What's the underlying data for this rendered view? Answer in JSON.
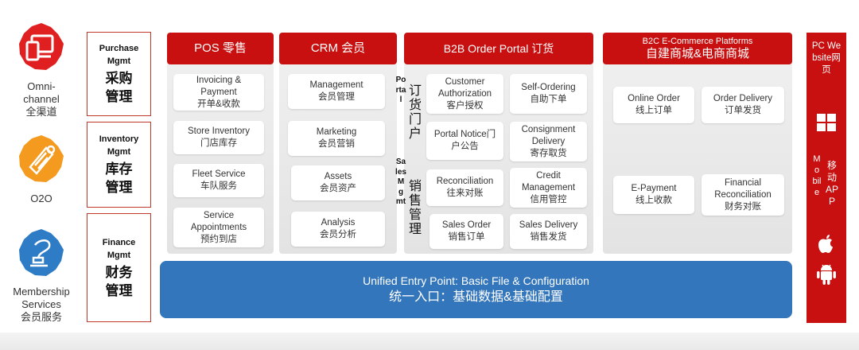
{
  "channels": [
    {
      "icon": "devices-icon",
      "label_en": "Omni-channel",
      "label_en_1": "Omni-",
      "label_en_2": "channel",
      "label_zh": "全渠道"
    },
    {
      "icon": "scroll-icon",
      "label_en": "O2O"
    },
    {
      "icon": "ink-pen-icon",
      "label_en_1": "Membership",
      "label_en_2": "Services",
      "label_zh": "会员服务"
    }
  ],
  "mgmt": [
    {
      "en_1": "Purchase",
      "en_2": "Mgmt",
      "zh_1": "采购",
      "zh_2": "管理"
    },
    {
      "en_1": "Inventory",
      "en_2": "Mgmt",
      "zh_1": "库存",
      "zh_2": "管理"
    },
    {
      "en_1": "Finance",
      "en_2": "Mgmt",
      "zh_1": "财务",
      "zh_2": "管理"
    }
  ],
  "pos": {
    "title": "POS 零售",
    "items": [
      {
        "en_1": "Invoicing &",
        "en_2": "Payment",
        "zh": "开单&收款"
      },
      {
        "en_1": "Store Inventory",
        "zh": "门店库存"
      },
      {
        "en_1": "Fleet Service",
        "zh": "车队服务"
      },
      {
        "en_1": "Service",
        "en_2": "Appointments",
        "zh": "预约到店"
      }
    ]
  },
  "crm": {
    "title": "CRM 会员",
    "items": [
      {
        "en_1": "Management",
        "zh": "会员管理"
      },
      {
        "en_1": "Marketing",
        "zh": "会员营销"
      },
      {
        "en_1": "Assets",
        "zh": "会员资产"
      },
      {
        "en_1": "Analysis",
        "zh": "会员分析"
      }
    ]
  },
  "b2b": {
    "title": "B2B Order Portal 订货",
    "portal_en": "Portal",
    "portal_zh": "订货门户",
    "sales_en": "Sales Mgmt",
    "sales_zh": "销售管理",
    "items": [
      {
        "en_1": "Customer",
        "en_2": "Authorization",
        "zh": "客户授权"
      },
      {
        "en_1": "Self-Ordering",
        "zh": "自助下单"
      },
      {
        "en_1": "Portal Notice门",
        "zh": "户公告"
      },
      {
        "en_1": "Consignment",
        "en_2": "Delivery",
        "zh": "寄存取货"
      },
      {
        "en_1": "Reconciliation",
        "zh": "往来对账"
      },
      {
        "en_1": "Credit",
        "en_2": "Management",
        "zh": "信用管控"
      },
      {
        "en_1": "Sales Order",
        "zh": "销售订单"
      },
      {
        "en_1": "Sales Delivery",
        "zh": "销售发货"
      }
    ]
  },
  "b2c": {
    "title_en": "B2C E-Commerce Platforms",
    "title_zh": "自建商城&电商商城",
    "items": [
      {
        "en_1": "Online Order",
        "zh": "线上订单"
      },
      {
        "en_1": "Order Delivery",
        "zh": "订单发货"
      },
      {
        "en_1": "E-Payment",
        "zh": "线上收款"
      },
      {
        "en_1": "Financial",
        "en_2": "Reconciliation",
        "zh": "财务对账"
      }
    ]
  },
  "unified": {
    "en": "Unified Entry Point: Basic File & Configuration",
    "zh": "统一入口：基础数据&基础配置"
  },
  "rightbar": {
    "pc": "PC Website网页",
    "mobile_en": "Mobile",
    "mobile_zh": "移动APP"
  },
  "colors": {
    "brand_red": "#c81010",
    "icon_red": "#e02020",
    "icon_orange": "#f39a1f",
    "icon_blue": "#2e7cc6",
    "unified_blue": "#3476bb"
  }
}
